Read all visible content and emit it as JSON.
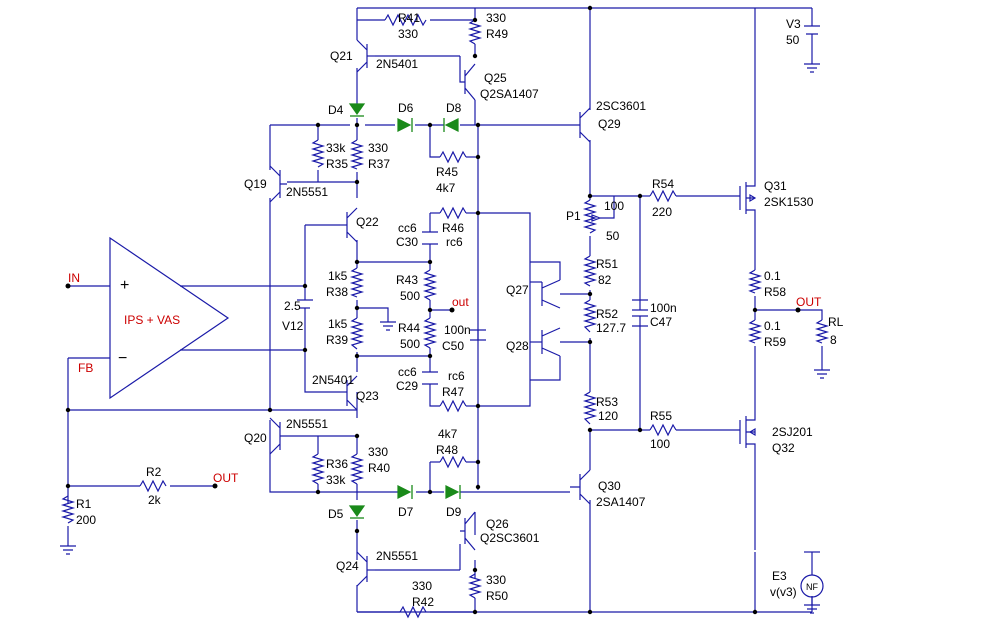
{
  "labels": {
    "IN": "IN",
    "FB": "FB",
    "OUT1": "OUT",
    "OUT2": "OUT",
    "out": "out",
    "opamp": "IPS + VAS",
    "plus": "+",
    "minus": "−",
    "V3": "V3",
    "V3v": "50",
    "E3": "E3",
    "E3v": "v(v3)",
    "NF": "NF",
    "V12": "V12",
    "V12v": "2.5",
    "R41": "R41",
    "R41v": "330",
    "R49": "R49",
    "R49v": "330",
    "Q21": "Q21",
    "Q21t": "2N5401",
    "Q25": "Q25",
    "Q25t": "Q2SA1407",
    "D4": "D4",
    "D6": "D6",
    "D8": "D8",
    "R35": "R35",
    "R35v": "33k",
    "R37": "R37",
    "R37v": "330",
    "R45": "R45",
    "R45v": "4k7",
    "Q19": "Q19",
    "Q19t": "2N5551",
    "Q22": "Q22",
    "C30": "C30",
    "C30v": "cc6",
    "R46": "R46",
    "R46v": "rc6",
    "R38": "R38",
    "R38v": "1k5",
    "R43": "R43",
    "R43v": "500",
    "R44": "R44",
    "R39": "R39",
    "R39v": "1k5",
    "R44v": "500",
    "C50": "C50",
    "C50v": "100n",
    "Q23": "Q23",
    "Q23t": "2N5401",
    "C29": "C29",
    "C29v": "cc6",
    "R47": "R47",
    "R47v": "rc6",
    "Q20": "Q20",
    "Q20t": "2N5551",
    "R36": "R36",
    "R36v": "33k",
    "R40": "R40",
    "R40v": "330",
    "R48": "R48",
    "R48v": "4k7",
    "D5": "D5",
    "D7": "D7",
    "D9": "D9",
    "Q26": "Q26",
    "Q26t": "Q2SC3601",
    "Q24": "Q24",
    "Q24t": "2N5551",
    "R42": "R42",
    "R42v": "330",
    "R50": "R50",
    "R50v": "330",
    "R1": "R1",
    "R1v": "200",
    "R2": "R2",
    "R2v": "2k",
    "Q29": "Q29",
    "Q29t": "2SC3601",
    "Q30": "Q30",
    "Q30t": "2SA1407",
    "Q27": "Q27",
    "Q28": "Q28",
    "P1": "P1",
    "P1a": "100",
    "P1b": "50",
    "R51": "R51",
    "R51v": "82",
    "R52": "R52",
    "R52v": "127.7",
    "R53": "R53",
    "R53v": "120",
    "C47": "C47",
    "C47v": "100n",
    "R54": "R54",
    "R54v": "220",
    "R55": "R55",
    "R55v": "100",
    "Q31": "Q31",
    "Q31t": "2SK1530",
    "Q32": "Q32",
    "Q32t": "2SJ201",
    "R58": "R58",
    "R58v": "0.1",
    "R59": "R59",
    "R59v": "0.1",
    "RL": "RL",
    "RLv": "8"
  }
}
